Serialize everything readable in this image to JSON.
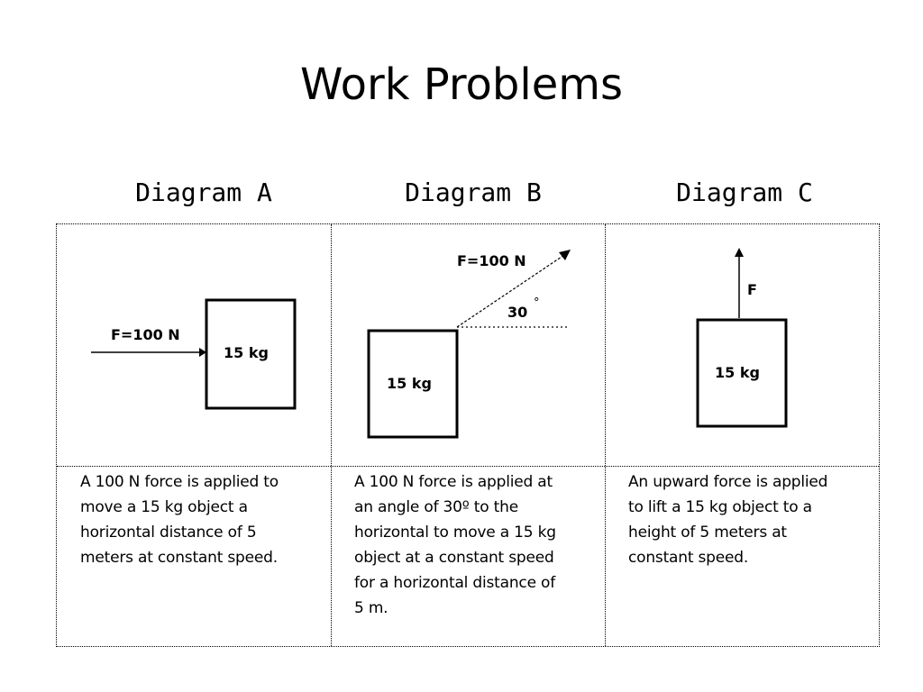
{
  "title": "Work Problems",
  "diagrams": [
    {
      "heading": "Diagram A",
      "force_label": "F=100 N",
      "mass_label": "15 kg",
      "description": "A 100 N force is applied to\nmove a 15 kg object a\nhorizontal distance of 5\nmeters at constant speed."
    },
    {
      "heading": "Diagram B",
      "force_label": "F=100 N",
      "angle_label": "30",
      "angle_unit": "°",
      "mass_label": "15 kg",
      "description": "A 100 N force is applied at\nan angle of 30º to the\nhorizontal to move a 15 kg\nobject at a constant speed\nfor a horizontal distance of\n5 m."
    },
    {
      "heading": "Diagram C",
      "force_label": "F",
      "mass_label": "15 kg",
      "description": "An upward force is applied\nto lift a 15 kg object to a\nheight of 5 meters at\nconstant speed."
    }
  ]
}
